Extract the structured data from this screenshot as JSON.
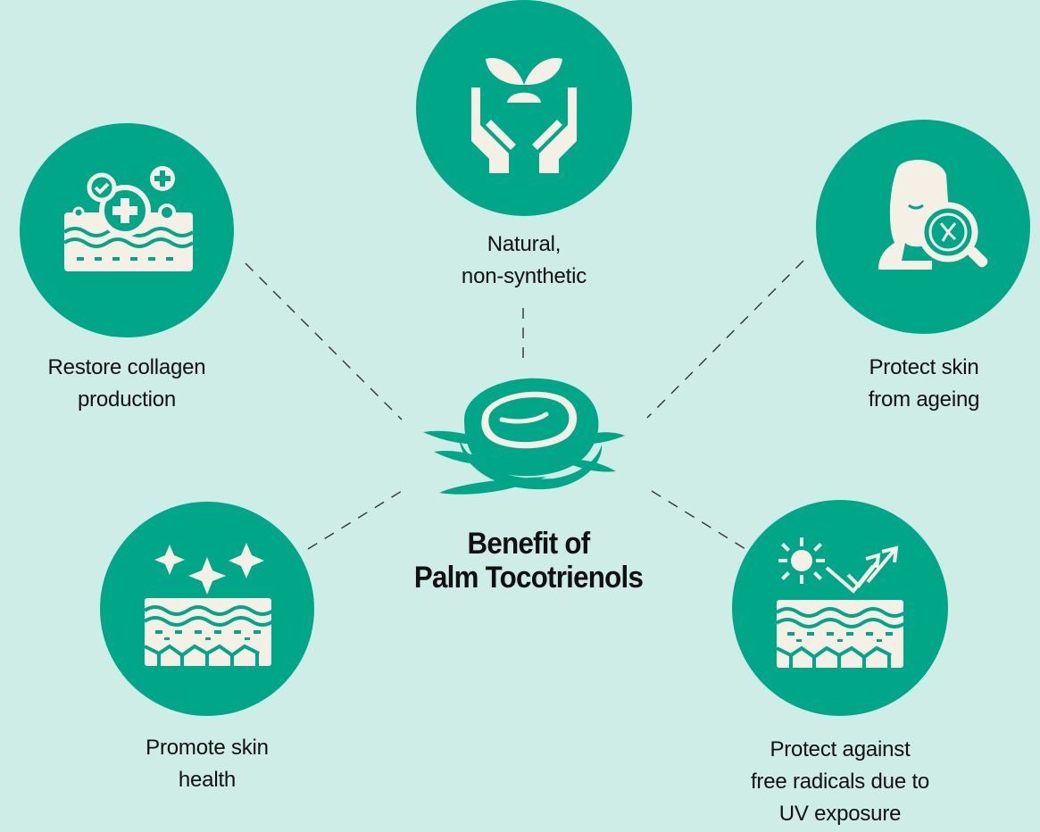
{
  "colors": {
    "background": "#cdede6",
    "circle": "#00a688",
    "icon": "#f4f0e6",
    "text": "#111111"
  },
  "title": {
    "line1": "Benefit of",
    "line2": "Palm Tocotrienols"
  },
  "benefits": {
    "natural": {
      "line1": "Natural,",
      "line2": "non-synthetic",
      "icon": "hands-holding-sprout-icon"
    },
    "collagen": {
      "line1": "Restore collagen",
      "line2": "production",
      "icon": "skin-layers-repair-icon"
    },
    "ageing": {
      "line1": "Protect skin",
      "line2": "from ageing",
      "icon": "face-magnifier-icon"
    },
    "health": {
      "line1": "Promote skin",
      "line2": "health",
      "icon": "skin-sparkle-icon"
    },
    "uv": {
      "line1": "Protect against",
      "line2": "free radicals due to",
      "line3": "UV exposure",
      "icon": "sun-uv-reflect-icon"
    }
  },
  "center_icon": "palm-fruit-icon"
}
